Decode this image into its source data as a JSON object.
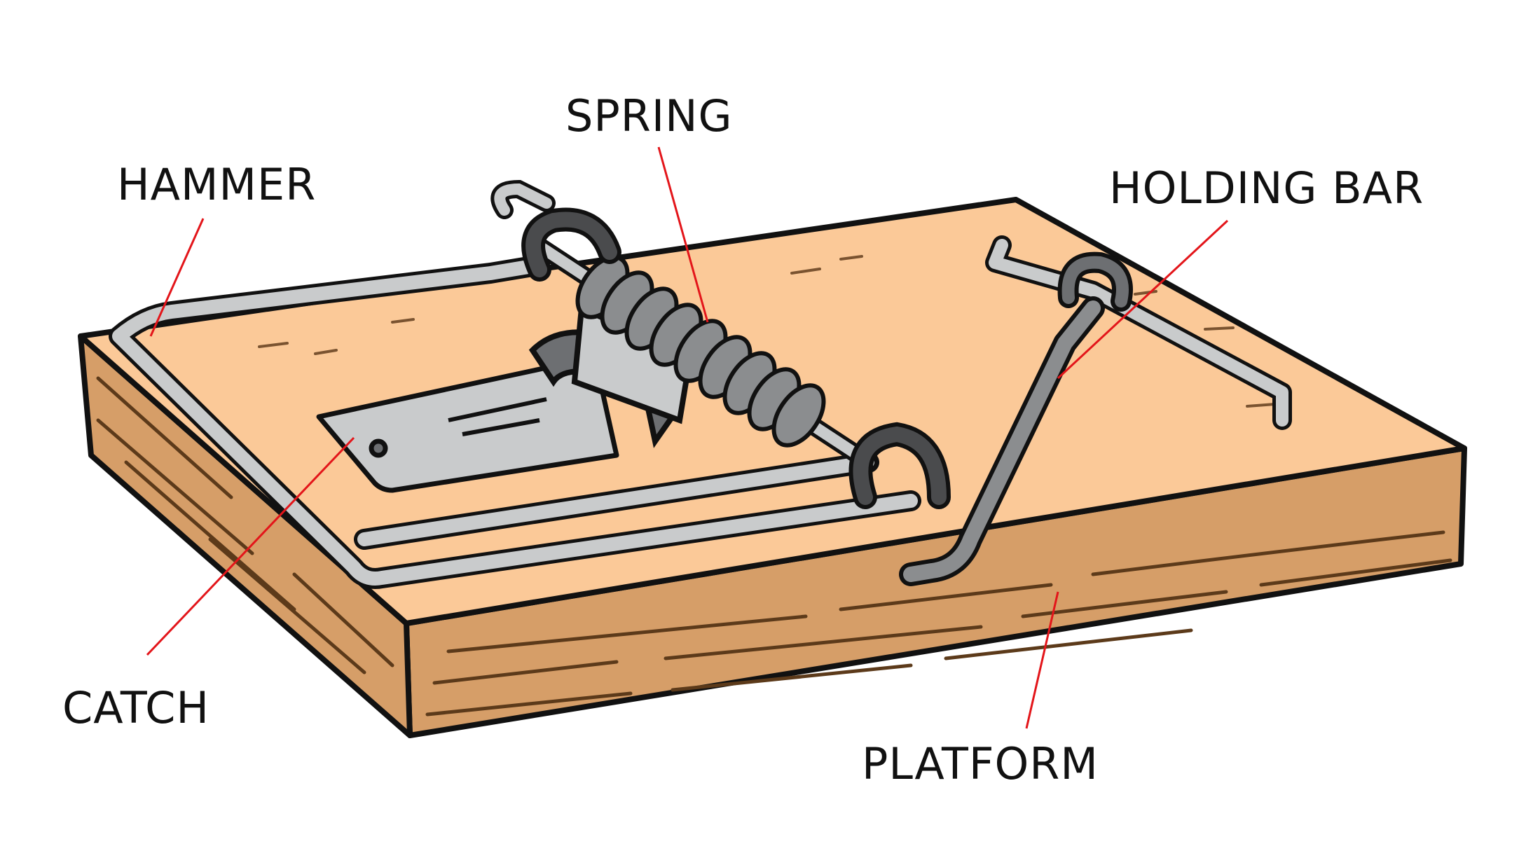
{
  "labels": {
    "spring": "SPRING",
    "hammer": "HAMMER",
    "holding_bar": "HOLDING BAR",
    "catch": "CATCH",
    "platform": "PLATFORM"
  },
  "colors": {
    "wood_top": "#fbc998",
    "wood_side": "#d69e68",
    "wood_grain": "#5c3a1a",
    "metal": "#c9cbcc",
    "metal_dark": "#6d6f72",
    "spring": "#8b8d8f",
    "leader_line": "#e3151a",
    "outline": "#111111"
  }
}
